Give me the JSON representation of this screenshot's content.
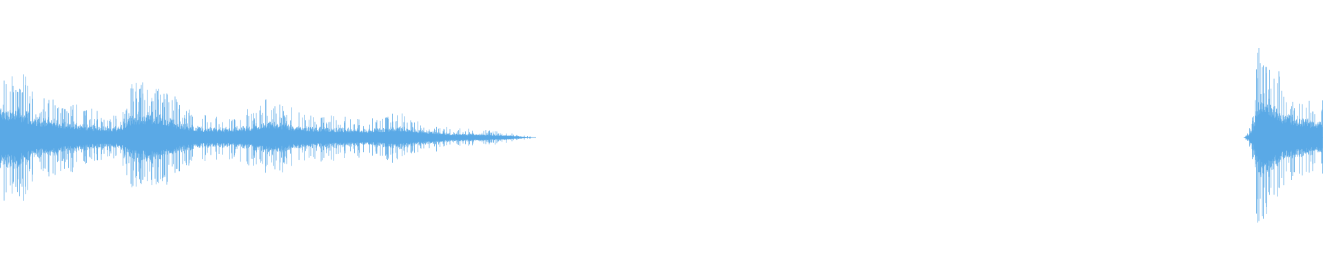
{
  "waveform": {
    "color": "#5aa9e6",
    "background": "#ffffff",
    "segments": [
      {
        "name": "clip-1",
        "start": 0.0,
        "end": 0.405,
        "envelope": [
          [
            0.0,
            0.62
          ],
          [
            0.015,
            0.55
          ],
          [
            0.03,
            0.38
          ],
          [
            0.045,
            0.33
          ],
          [
            0.06,
            0.27
          ],
          [
            0.075,
            0.22
          ],
          [
            0.09,
            0.2
          ],
          [
            0.1,
            0.45
          ],
          [
            0.12,
            0.48
          ],
          [
            0.135,
            0.3
          ],
          [
            0.15,
            0.2
          ],
          [
            0.17,
            0.18
          ],
          [
            0.19,
            0.24
          ],
          [
            0.205,
            0.33
          ],
          [
            0.22,
            0.24
          ],
          [
            0.24,
            0.2
          ],
          [
            0.26,
            0.18
          ],
          [
            0.28,
            0.16
          ],
          [
            0.3,
            0.22
          ],
          [
            0.32,
            0.14
          ],
          [
            0.34,
            0.08
          ],
          [
            0.36,
            0.07
          ],
          [
            0.38,
            0.05
          ],
          [
            0.395,
            0.02
          ],
          [
            0.405,
            0.0
          ]
        ]
      },
      {
        "name": "clip-2",
        "start": 0.94,
        "end": 1.0,
        "envelope": [
          [
            0.94,
            0.0
          ],
          [
            0.943,
            0.04
          ],
          [
            0.947,
            0.2
          ],
          [
            0.95,
            0.65
          ],
          [
            0.955,
            0.92
          ],
          [
            0.96,
            0.75
          ],
          [
            0.966,
            0.55
          ],
          [
            0.972,
            0.45
          ],
          [
            0.978,
            0.42
          ],
          [
            0.985,
            0.38
          ],
          [
            0.992,
            0.32
          ],
          [
            1.0,
            0.3
          ]
        ]
      }
    ]
  }
}
